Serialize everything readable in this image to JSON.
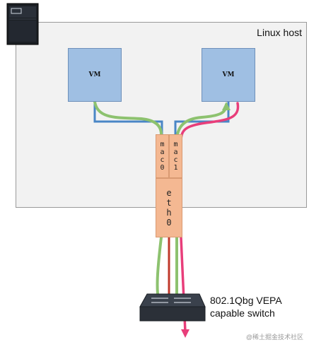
{
  "host": {
    "label": "Linux host"
  },
  "vms": [
    {
      "label": "VM"
    },
    {
      "label": "VM"
    }
  ],
  "interfaces": {
    "macvtap0": [
      "m",
      "a",
      "c",
      "0"
    ],
    "macvtap1": [
      "m",
      "a",
      "c",
      "1"
    ],
    "eth0": [
      "e",
      "t",
      "h",
      "0"
    ]
  },
  "switch": {
    "label_line1": "802.1Qbg VEPA",
    "label_line2": "capable switch"
  },
  "watermark": "@稀土掘金技术社区",
  "colors": {
    "blue_path": "#4a86c6",
    "green_path": "#8dc26f",
    "pink_path": "#e83e7a",
    "red_link": "#c0392b",
    "vm_fill": "#9fbfe3",
    "iface_fill": "#f4b892"
  },
  "icons": [
    "server-icon",
    "network-switch-icon"
  ]
}
